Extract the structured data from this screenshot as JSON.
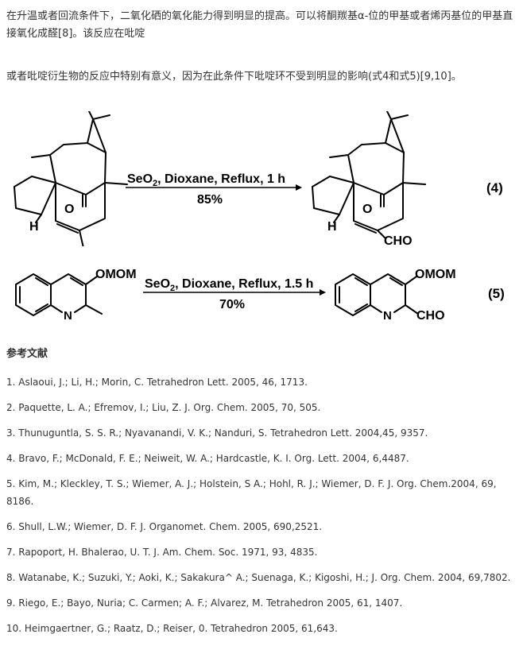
{
  "paragraphs": [
    "在升温或者回流条件下，二氧化硒的氧化能力得到明显的提高。可以将酮羰基α-位的甲基或者烯丙基位的甲基直接氧化成醛[8]。该反应在吡啶",
    "或者吡啶衍生物的反应中特别有意义，因为在此条件下吡啶环不受到明显的影响(式4和式5)[9,10]。"
  ],
  "reaction4": {
    "conditions": "SeO2, Dioxane, Reflux, 1 h",
    "conditions_parts": [
      "SeO",
      "2",
      ", Dioxane, Reflux, 1 h"
    ],
    "yield": "85%",
    "label": "(4)",
    "atom_o_left": "O",
    "atom_h_left": "H",
    "atom_o_right": "O",
    "atom_h_right": "H",
    "product_group": "CHO"
  },
  "reaction5": {
    "conditions": "SeO2, Dioxane, Reflux, 1.5 h",
    "conditions_parts": [
      "SeO",
      "2",
      ", Dioxane, Reflux, 1.5 h"
    ],
    "yield": "70%",
    "label": "(5)",
    "substituent_left": "OMOM",
    "atom_n_left": "N",
    "substituent_right": "OMOM",
    "atom_n_right": "N",
    "product_group": "CHO"
  },
  "references_heading": "参考文献",
  "references": [
    "1. Aslaoui, J.; Li, H.; Morin, C. Tetrahedron Lett. 2005, 46, 1713.",
    "2. Paquette, L. A.; Efremov, I.; Liu, Z. J. Org. Chem. 2005, 70, 505.",
    "3. Thunuguntla, S. S. R.; Nyavanandi, V. K.; Nanduri, S. Tetrahedron Lett. 2004,45, 9357.",
    "4. Bravo, F.; McDonald, F. E.; Neiweit, W. A.; Hardcastle, K. I. Org. Lett. 2004, 6,4487.",
    "5. Kim, M.; Kleckley, T. S.; Wiemer, A. J.; Holstein, S A.; Hohl, R. J.; Wiemer, D. F. J. Org. Chem.2004, 69, 8186.",
    "6. Shull, L.W.; Wiemer, D. F. J. Organomet. Chem. 2005, 690,2521.",
    "7. Rapoport, H. Bhalerao, U. T. J. Am. Chem. Soc. 1971, 93, 4835.",
    "8. Watanabe, K.; Suzuki, Y.; Aoki, K.; Sakakura^ A.; Suenaga, K.; Kigoshi, H.; J. Org. Chem. 2004, 69,7802.",
    "9. Riego, E.; Bayo, Nuria; C. Carmen; A. F.; Alvarez, M. Tetrahedron 2005, 61, 1407.",
    "10. Heimgaertner, G.; Raatz, D.; Reiser, 0. Tetrahedron 2005, 61,643."
  ]
}
